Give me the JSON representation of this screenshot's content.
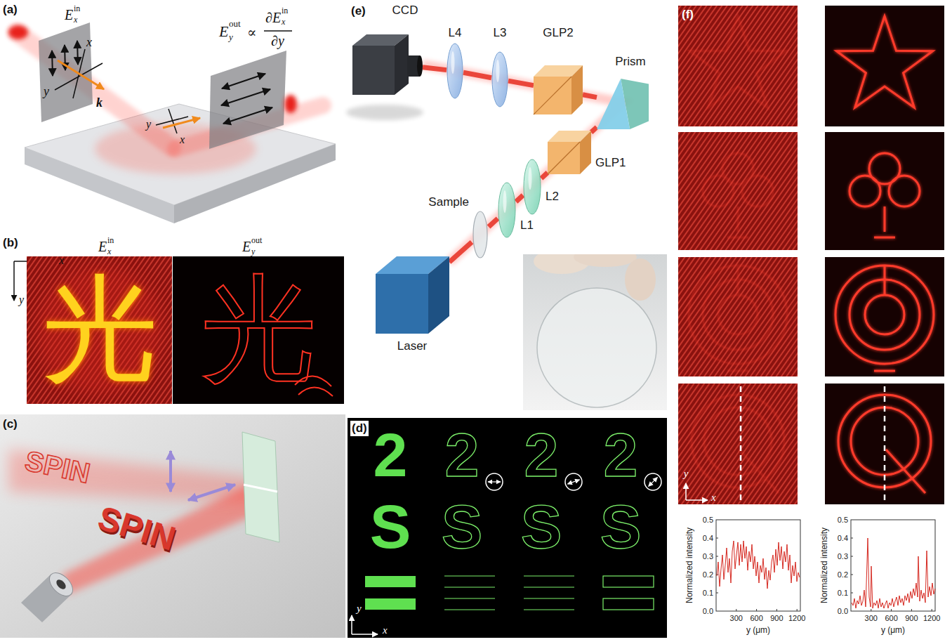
{
  "diagram": {
    "nodes": [
      {
        "text": [
          "CCD"
        ]
      },
      {
        "text": [
          "L4"
        ]
      },
      {
        "text": [
          "L3"
        ]
      },
      {
        "text": [
          "GLP2"
        ]
      },
      {
        "text": [
          "Prism"
        ]
      },
      {
        "text": [
          "GLP1"
        ]
      },
      {
        "text": [
          "L2"
        ]
      },
      {
        "text": [
          "L1"
        ]
      },
      {
        "text": [
          "Sample"
        ]
      },
      {
        "text": [
          "Laser"
        ]
      }
    ],
    "edges": [
      {
        "from": 9,
        "to": 8,
        "arrow": "none"
      },
      {
        "from": 8,
        "to": 7,
        "arrow": "none"
      },
      {
        "from": 7,
        "to": 6,
        "arrow": "none"
      },
      {
        "from": 6,
        "to": 5,
        "arrow": "none"
      },
      {
        "from": 5,
        "to": 4,
        "arrow": "none"
      },
      {
        "from": 4,
        "to": 3,
        "arrow": "none"
      },
      {
        "from": 3,
        "to": 2,
        "arrow": "none"
      },
      {
        "from": 2,
        "to": 1,
        "arrow": "none"
      },
      {
        "from": 1,
        "to": 0,
        "arrow": "none"
      }
    ],
    "labels": [
      "(a)",
      "(b)",
      "(c)",
      "(d)",
      "(e)",
      "(f)",
      "E",
      "x",
      "in",
      "x",
      "y",
      "k",
      "y",
      "x",
      "E",
      "y",
      "out",
      "∝",
      "∂E",
      "x",
      "in",
      "∂y",
      "x",
      "y",
      "E",
      "x",
      "in",
      "E",
      "y",
      "out",
      "光",
      "光",
      "SPIN",
      "SPIN",
      "2",
      "2",
      "2",
      "2",
      "S",
      "S",
      "S",
      "S",
      "y",
      "x",
      "y",
      "x",
      "Normalized intensity",
      "Normalized intensity",
      "y (μm)",
      "y (μm)",
      "0.0",
      "0.1",
      "0.2",
      "0.3",
      "0.4",
      "0.5",
      "300",
      "600",
      "900",
      "1200",
      "0.0",
      "0.1",
      "0.2",
      "0.3",
      "0.4",
      "0.5",
      "300",
      "600",
      "900",
      "1200"
    ]
  }
}
